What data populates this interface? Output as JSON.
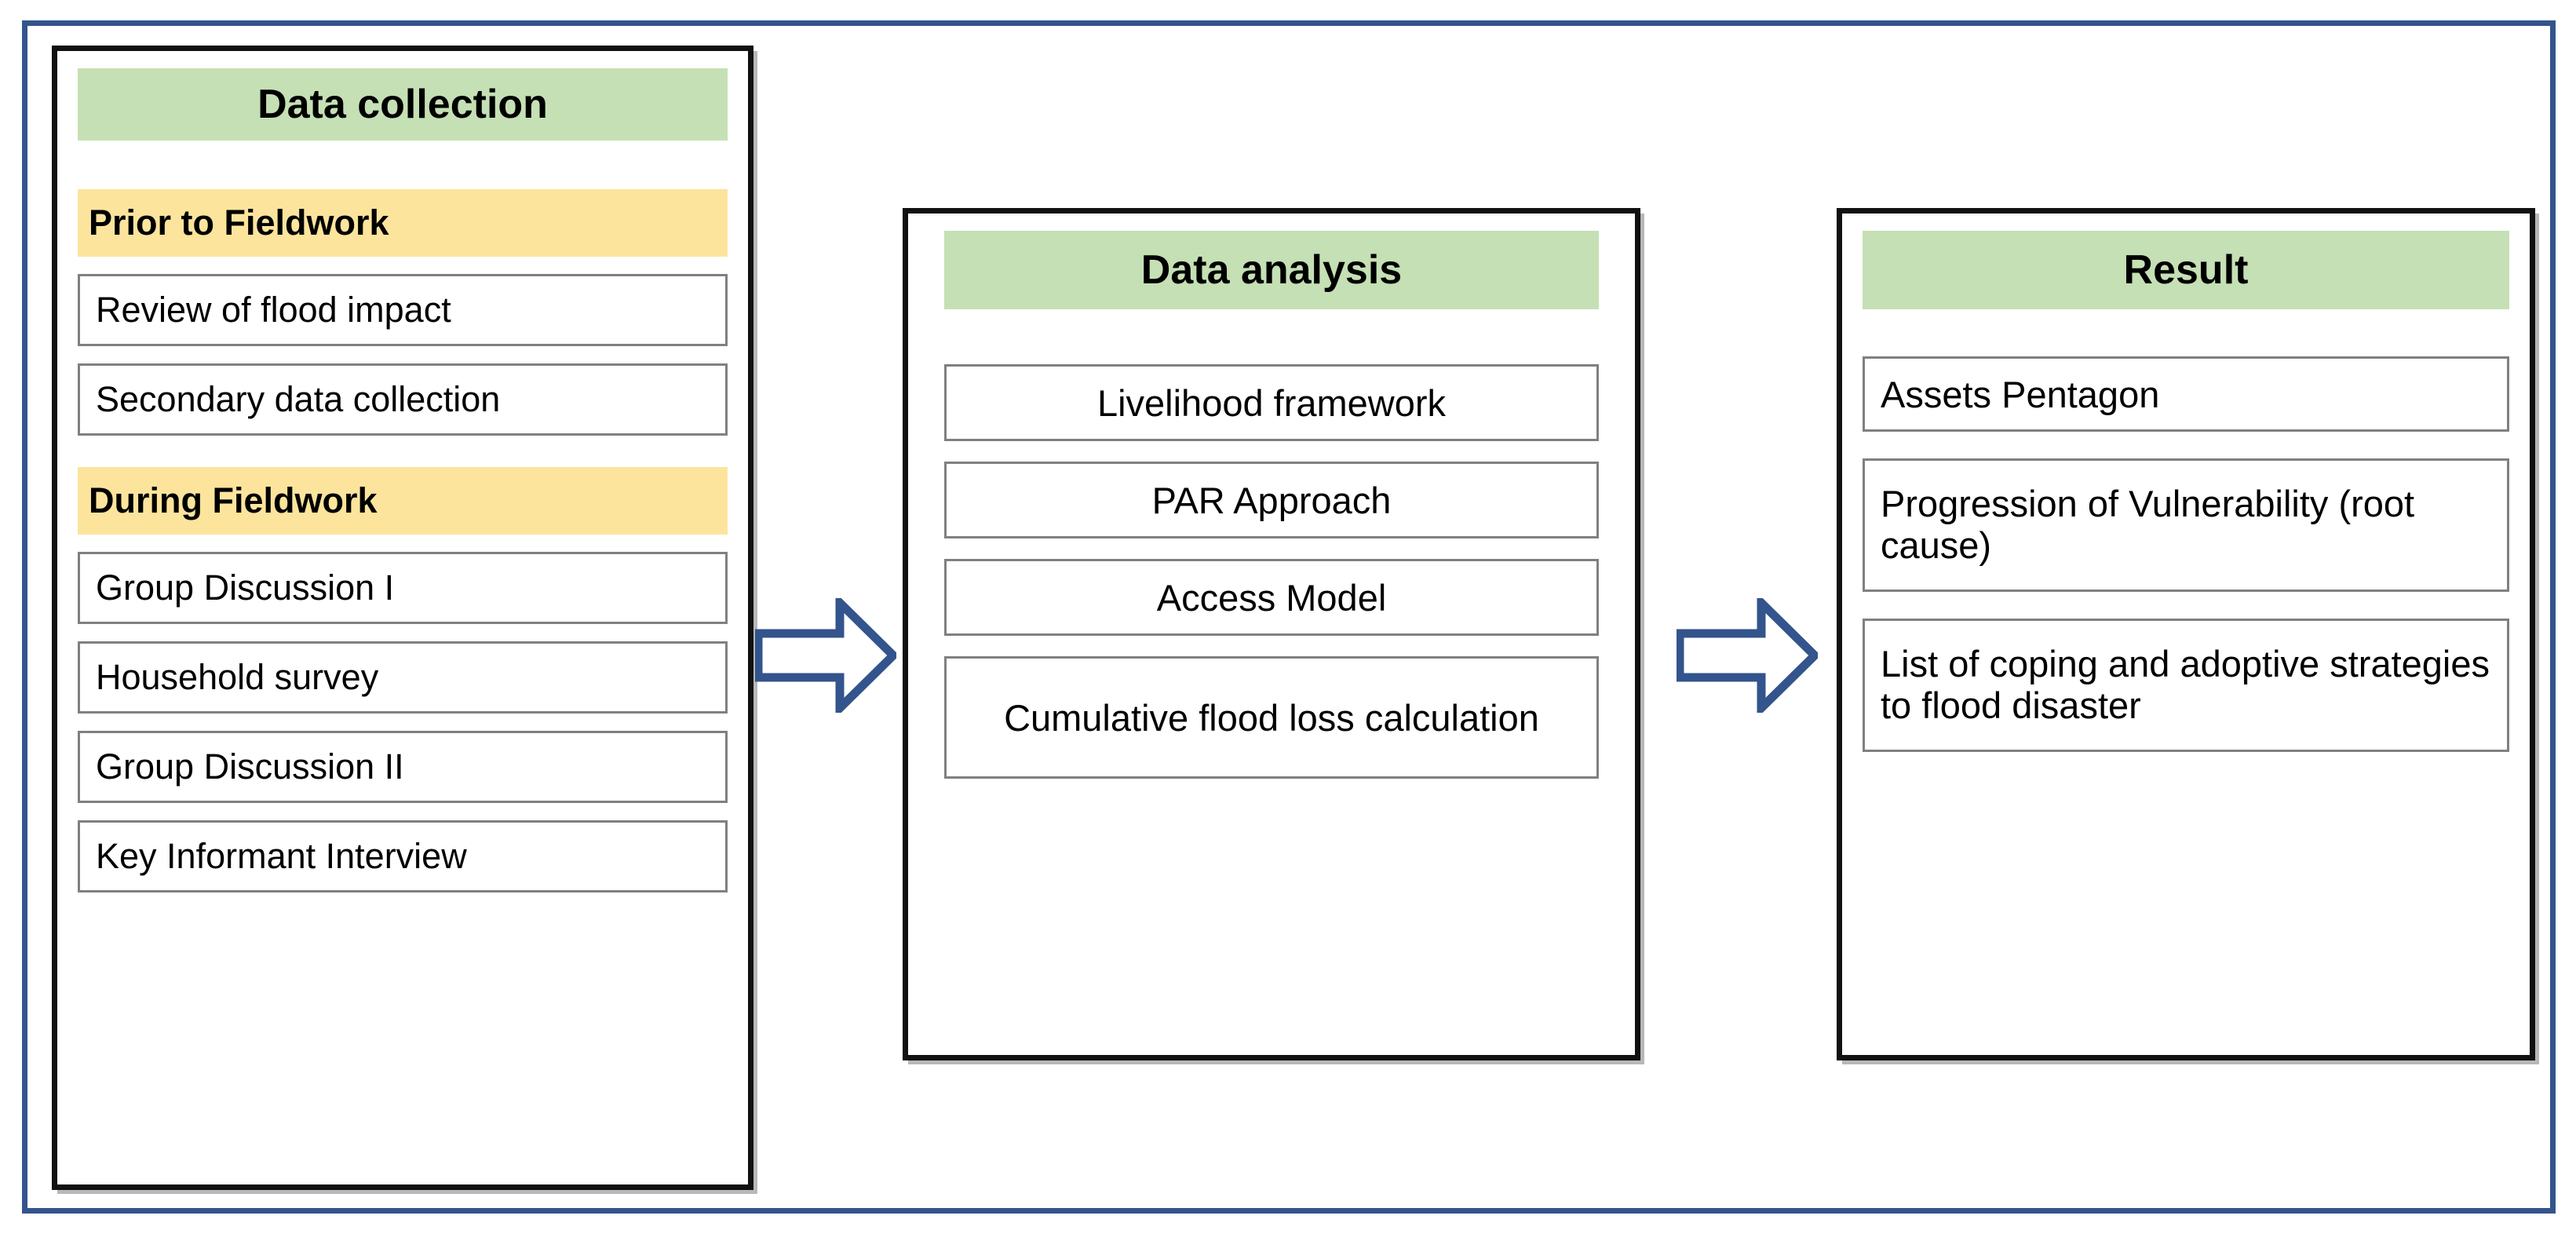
{
  "diagram": {
    "title": "Research methodology flowchart",
    "colors": {
      "frame_blue": "#33548C",
      "header_green": "#C5E0B4",
      "subheader_yellow": "#FCE49C",
      "panel_border": "#111111",
      "item_border": "#808080",
      "arrow_stroke": "#33548C",
      "arrow_fill": "#FFFFFF"
    }
  },
  "columns": {
    "collection": {
      "header": "Data collection",
      "sections": [
        {
          "subheader": "Prior to Fieldwork",
          "items": [
            "Review of flood impact",
            "Secondary data collection"
          ]
        },
        {
          "subheader": "During Fieldwork",
          "items": [
            "Group Discussion I",
            "Household survey",
            "Group Discussion II",
            "Key Informant Interview"
          ]
        }
      ]
    },
    "analysis": {
      "header": "Data analysis",
      "items": [
        "Livelihood framework",
        "PAR Approach",
        "Access Model",
        "Cumulative flood loss calculation"
      ]
    },
    "result": {
      "header": "Result",
      "items": [
        "Assets Pentagon",
        "Progression of Vulnerability (root cause)",
        "List of coping and adoptive strategies to flood disaster"
      ]
    }
  },
  "connectors": [
    {
      "name": "collection-to-analysis",
      "glyph": "right-block-arrow"
    },
    {
      "name": "analysis-to-result",
      "glyph": "right-block-arrow"
    }
  ]
}
